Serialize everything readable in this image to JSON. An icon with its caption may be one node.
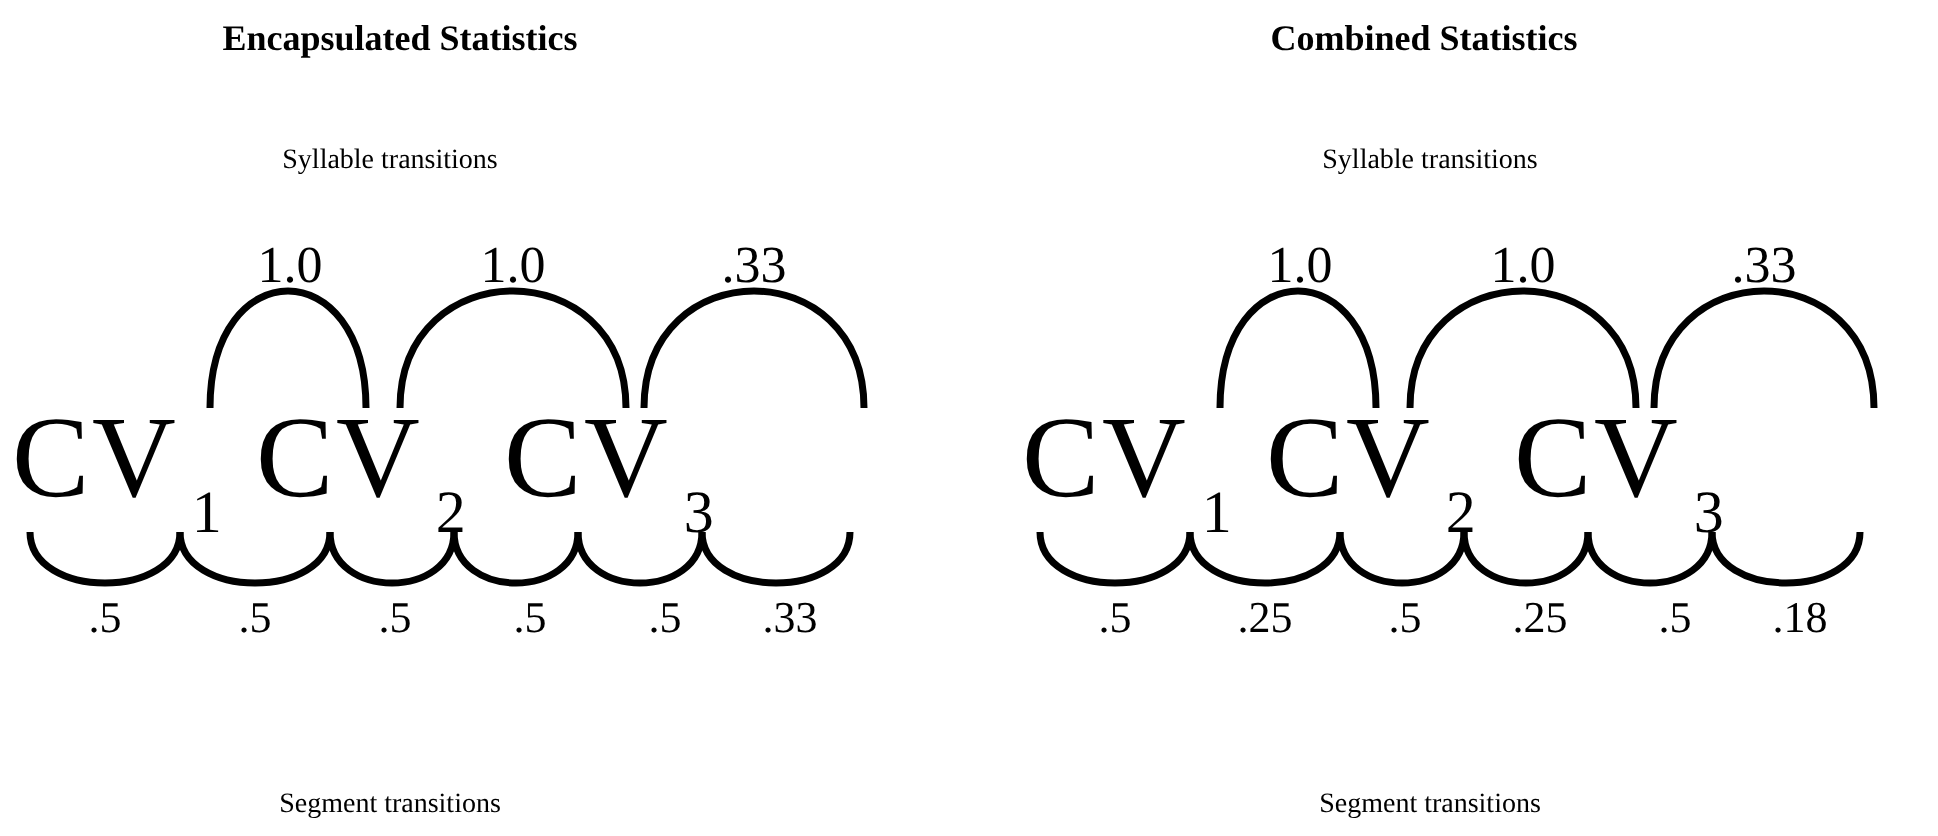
{
  "diagram": {
    "nodes": [
      {
        "text": [
          "C"
        ]
      },
      {
        "text": [
          "V$_{1}$"
        ]
      },
      {
        "text": [
          "C"
        ]
      },
      {
        "text": [
          "V$_{2}$"
        ]
      },
      {
        "text": [
          "C"
        ]
      },
      {
        "text": [
          "V$_{3}$"
        ]
      },
      {
        "text": [
          "C"
        ]
      },
      {
        "text": [
          "V$_{1}$"
        ]
      },
      {
        "text": [
          "C"
        ]
      },
      {
        "text": [
          "V$_{2}$"
        ]
      },
      {
        "text": [
          "C"
        ]
      },
      {
        "text": [
          "V$_{3}$"
        ]
      }
    ],
    "edges": [
      {
        "from": 1,
        "to": 3,
        "arrow": "none",
        "label": "1.0"
      },
      {
        "from": 3,
        "to": 5,
        "arrow": "none",
        "label": "1.0"
      },
      {
        "from": 5,
        "to": null,
        "arrow": "none",
        "label": ".33"
      },
      {
        "from": 0,
        "to": 1,
        "arrow": "none",
        "label": ".5"
      },
      {
        "from": 1,
        "to": 2,
        "arrow": "none",
        "label": ".5"
      },
      {
        "from": 2,
        "to": 3,
        "arrow": "none",
        "label": ".5"
      },
      {
        "from": 3,
        "to": 4,
        "arrow": "none",
        "label": ".5"
      },
      {
        "from": 4,
        "to": 5,
        "arrow": "none",
        "label": ".5"
      },
      {
        "from": 5,
        "to": null,
        "arrow": "none",
        "label": ".33"
      },
      {
        "from": 7,
        "to": 9,
        "arrow": "none",
        "label": "1.0"
      },
      {
        "from": 9,
        "to": 11,
        "arrow": "none",
        "label": "1.0"
      },
      {
        "from": 11,
        "to": null,
        "arrow": "none",
        "label": ".33"
      },
      {
        "from": 6,
        "to": 7,
        "arrow": "none",
        "label": ".5"
      },
      {
        "from": 7,
        "to": 8,
        "arrow": "none",
        "label": ".25"
      },
      {
        "from": 8,
        "to": 9,
        "arrow": "none",
        "label": ".5"
      },
      {
        "from": 9,
        "to": 10,
        "arrow": "none",
        "label": ".25"
      },
      {
        "from": 10,
        "to": 11,
        "arrow": "none",
        "label": ".5"
      },
      {
        "from": 11,
        "to": null,
        "arrow": "none",
        "label": ".18"
      }
    ],
    "labels": [
      "Encapsulated Statistics",
      "Combined Statistics",
      "Syllable transitions",
      "Syllable transitions",
      "Segment transitions",
      "Segment transitions"
    ]
  }
}
